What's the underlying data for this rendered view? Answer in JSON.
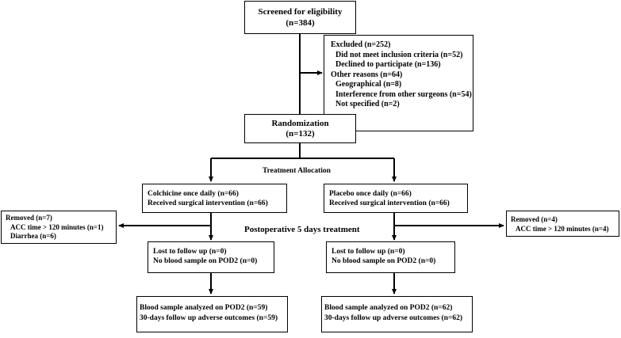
{
  "screened": {
    "title": "Screened for eligibility",
    "count": "(n=384)"
  },
  "excluded": {
    "lines": [
      "Excluded (n=252)",
      "Did not meet inclusion criteria (n=52)",
      "Declined to participate (n=136)",
      "Other reasons (n=64)",
      "Geographical (n=8)",
      "Interference from other surgeons (n=54)",
      "Not specified (n=2)"
    ]
  },
  "randomization": {
    "title": "Randomization",
    "count": "(n=132)"
  },
  "treatment_allocation": "Treatment Allocation",
  "postoperative": "Postoperative 5 days treatment",
  "colchicine": {
    "alloc": [
      "Colchicine once daily (n=66)",
      "Received surgical intervention (n=66)"
    ],
    "removed": [
      "Removed (n=7)",
      "ACC time > 120 minutes (n=1)",
      "Diarrhea (n=6)"
    ],
    "followup": [
      "Lost to follow up (n=0)",
      "No blood sample on POD2 (n=0)"
    ],
    "analyzed": [
      "Blood sample analyzed on POD2 (n=59)",
      "30-days follow up adverse outcomes (n=59)"
    ]
  },
  "placebo": {
    "alloc": [
      "Placebo once daily (n=66)",
      "Received surgical intervention (n=66)"
    ],
    "removed": [
      "Removed (n=4)",
      "ACC time > 120 minutes (n=4)"
    ],
    "followup": [
      "Lost to follow up (n=0)",
      "No blood sample on POD2 (n=0)"
    ],
    "analyzed": [
      "Blood sample analyzed on POD2 (n=62)",
      "30-days follow up adverse outcomes (n=62)"
    ]
  }
}
